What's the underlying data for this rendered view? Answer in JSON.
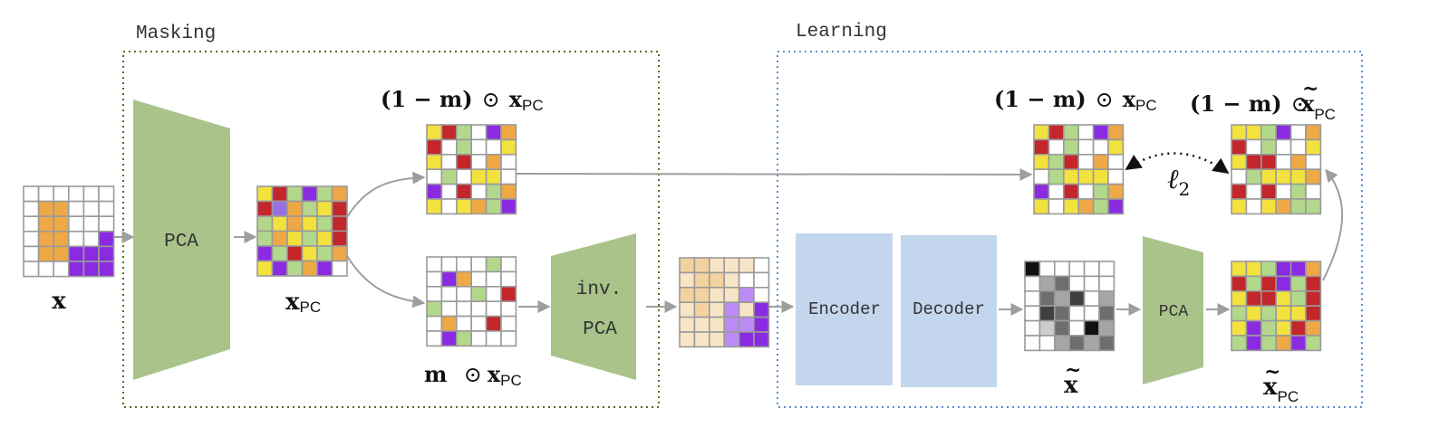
{
  "sections": {
    "masking_title": "Masking",
    "learning_title": "Learning"
  },
  "labels": {
    "x": "x",
    "x_pc_main": "x",
    "pc_sub": "PC",
    "m_prefix": "m ",
    "odot": "⊙",
    "one_minus_m": "(1 − m)",
    "x_tilde": "x",
    "tilde": "~",
    "l2": "ℓ",
    "l2_sub": "2"
  },
  "blocks": {
    "pca_large": "PCA",
    "inv_pca_line1": "inv.",
    "inv_pca_line2": "PCA",
    "encoder": "Encoder",
    "decoder": "Decoder",
    "pca_small": "PCA"
  },
  "colors": {
    "pca_block": "#a9c38b",
    "autoencoder_block": "#c4d6ee",
    "masking_border": "#5b6b24",
    "learning_border": "#5b8fd8",
    "grid_line": "#9a9a9a",
    "arrow": "#9e9e9e"
  },
  "palette": {
    "W": "#ffffff",
    "Y": "#f3e13e",
    "R": "#c3262b",
    "G": "#b3d88c",
    "P": "#8a2be2",
    "O": "#eea845",
    "L": "#9b6ee8",
    "o": "#f3d29e",
    "q": "#f8e5c5",
    "p": "#bb8cf5",
    "k": "#111111",
    "d": "#3f3f3f",
    "m": "#6e6e6e",
    "s": "#a6a6a6",
    "t": "#cccccc"
  },
  "grids": {
    "input_x": [
      "WWWWWW",
      "WOOWWW",
      "WOOWWW",
      "WOOWWP",
      "WOOPPP",
      "WWWPPP"
    ],
    "x_pc": [
      "YRGPGO",
      "RLOGYR",
      "GYOYGR",
      "GOYGYR",
      "PGRYGO",
      "YPGOPW"
    ],
    "one_minus_m_x_pc": [
      "YRGWPO",
      "RWGWWY",
      "YWRWOW",
      "WGWYYW",
      "PWRWGO",
      "YWYOGP"
    ],
    "m_x_pc": [
      "WWWWGW",
      "WPOWWW",
      "WWWGWR",
      "GWWWWW",
      "WOWWRW",
      "WPGWWW"
    ],
    "inv_pca_out": [
      "ooqqqW",
      "qooqWW",
      "ooqqpW",
      "qoqpqP",
      "qqqppP",
      "qqqpPP"
    ],
    "target_one_minus_m": [
      "YRGWPO",
      "RWGWWY",
      "YGRWOW",
      "WGYYYW",
      "PWRWGO",
      "YWYOGP"
    ],
    "x_tilde": [
      "kWWWWW",
      "WsmWWW",
      "WmsdWs",
      "WdmWWm",
      "WtmWks",
      "WWsmsm"
    ],
    "x_tilde_pc": [
      "YYGPPO",
      "RGRPGR",
      "YRRYGR",
      "GYGYYR",
      "YPGYRO",
      "GPGOPG"
    ],
    "pred_one_minus_m": [
      "YYGPWO",
      "RWGWWY",
      "YRRWOW",
      "WGYYYO",
      "RWRWGW",
      "YWYOGG"
    ]
  }
}
